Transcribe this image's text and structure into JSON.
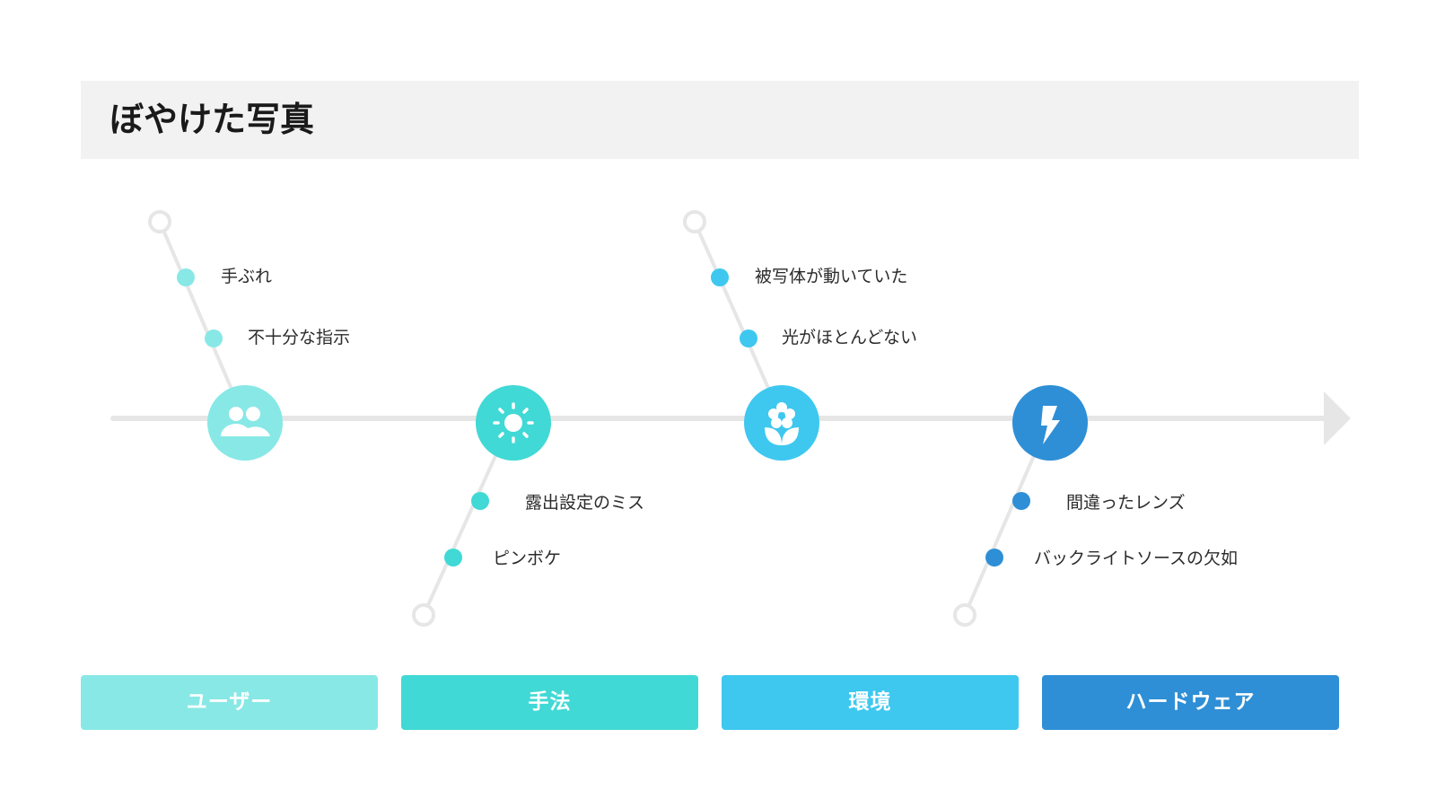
{
  "title": "ぼやけた写真",
  "categories": [
    {
      "label": "ユーザー",
      "icon": "users-icon",
      "color": "#88e8e6",
      "causes": [
        "手ぶれ",
        "不十分な指示"
      ]
    },
    {
      "label": "手法",
      "icon": "sun-icon",
      "color": "#40d9d5",
      "causes": [
        "露出設定のミス",
        "ピンボケ"
      ]
    },
    {
      "label": "環境",
      "icon": "flower-icon",
      "color": "#3ec8ef",
      "causes": [
        "被写体が動いていた",
        "光がほとんどない"
      ]
    },
    {
      "label": "ハードウェア",
      "icon": "lightning-icon",
      "color": "#2e8fd6",
      "causes": [
        "間違ったレンズ",
        "バックライトソースの欠如"
      ]
    }
  ],
  "colors": {
    "spine": "#e6e6e6",
    "bone": "#e6e6e6",
    "header_bg": "#f2f2f2"
  }
}
